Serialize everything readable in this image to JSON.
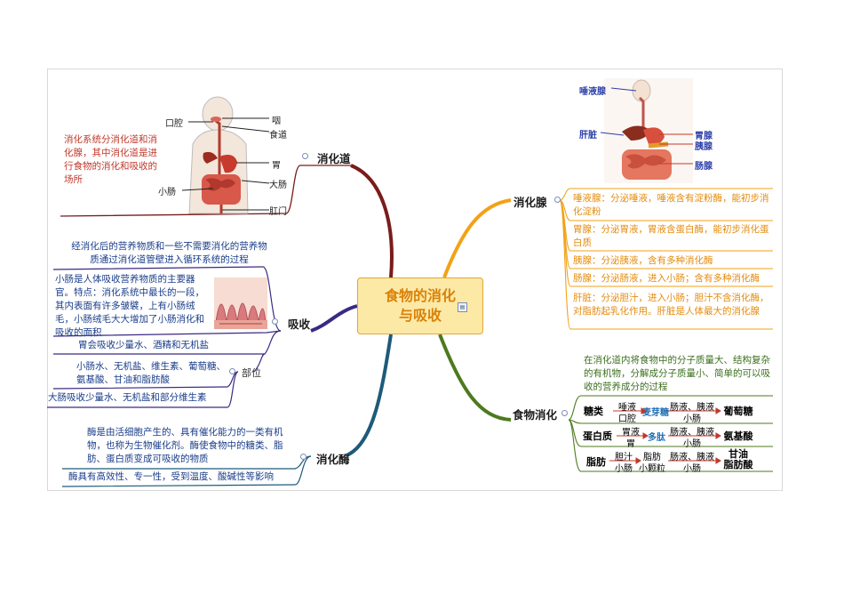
{
  "center": {
    "title": "食物的消化与吸收"
  },
  "branches": {
    "digestive_tract": {
      "label": "消化道",
      "desc": "消化系统分消化道和消化腺，其中消化道是进行食物的消化和吸收的场所",
      "organs": [
        "口腔",
        "咽",
        "食道",
        "胃",
        "大肠",
        "小肠",
        "肛门"
      ]
    },
    "absorption": {
      "label": "吸收",
      "def": "经消化后的营养物质和一些不需要消化的营养物质通过消化道管壁进入循环系统的过程",
      "small_intestine": "小肠是人体吸收营养物质的主要器官。特点：消化系统中最长的一段，其内表面有许多皱襞，上有小肠绒毛，小肠绒毛大大增加了小肠消化和吸收的面积",
      "part_label": "部位",
      "parts": [
        "胃会吸收少量水、酒精和无机盐",
        "小肠水、无机盐、维生素、葡萄糖、氨基酸、甘油和脂肪酸",
        "大肠吸收少量水、无机盐和部分维生素"
      ]
    },
    "enzyme": {
      "label": "消化酶",
      "def": "酶是由活细胞产生的、具有催化能力的一类有机物，也称为生物催化剂。酶使食物中的糖类、脂肪、蛋白质变成可吸收的物质",
      "property": "酶具有高效性、专一性，受到温度、酸碱性等影响"
    },
    "glands": {
      "label": "消化腺",
      "figure_labels": [
        "唾液腺",
        "肝脏",
        "胃腺",
        "胰腺",
        "肠腺"
      ],
      "items": [
        "唾液腺：分泌唾液，唾液含有淀粉酶，能初步消化淀粉",
        "胃腺：分泌胃液，胃液含蛋白酶，能初步消化蛋白质",
        "胰腺：分泌胰液，含有多种消化酶",
        "肠腺：分泌肠液，进入小肠；含有多种消化酶",
        "肝脏：分泌胆汁，进入小肠；胆汁不含消化酶，对脂肪起乳化作用。肝脏是人体最大的消化腺"
      ]
    },
    "digestion": {
      "label": "食物消化",
      "def": "在消化道内将食物中的分子质量大、结构复杂的有机物，分解成分子质量小、简单的可以吸收的营养成分的过程",
      "rows": [
        {
          "name": "糖类",
          "a_top": "唾液",
          "a_bot": "口腔",
          "mid": "麦芽糖",
          "b_top": "肠液、胰液",
          "b_bot": "小肠",
          "product": "葡萄糖"
        },
        {
          "name": "蛋白质",
          "a_top": "胃液",
          "a_bot": "胃",
          "mid": "多肽",
          "b_top": "肠液、胰液",
          "b_bot": "小肠",
          "product": "氨基酸"
        },
        {
          "name": "脂肪",
          "a_top": "胆汁",
          "a_bot": "小肠",
          "mid_top": "脂肪",
          "mid_bot": "小颗粒",
          "b_top": "肠液、胰液",
          "b_bot": "小肠",
          "product": "甘油\n脂肪酸"
        }
      ]
    }
  },
  "colors": {
    "tract": "#7a1c1c",
    "absorb": "#3b2a83",
    "enzyme": "#1d5a7a",
    "gland": "#f2a218",
    "digest": "#4d7a1e"
  }
}
